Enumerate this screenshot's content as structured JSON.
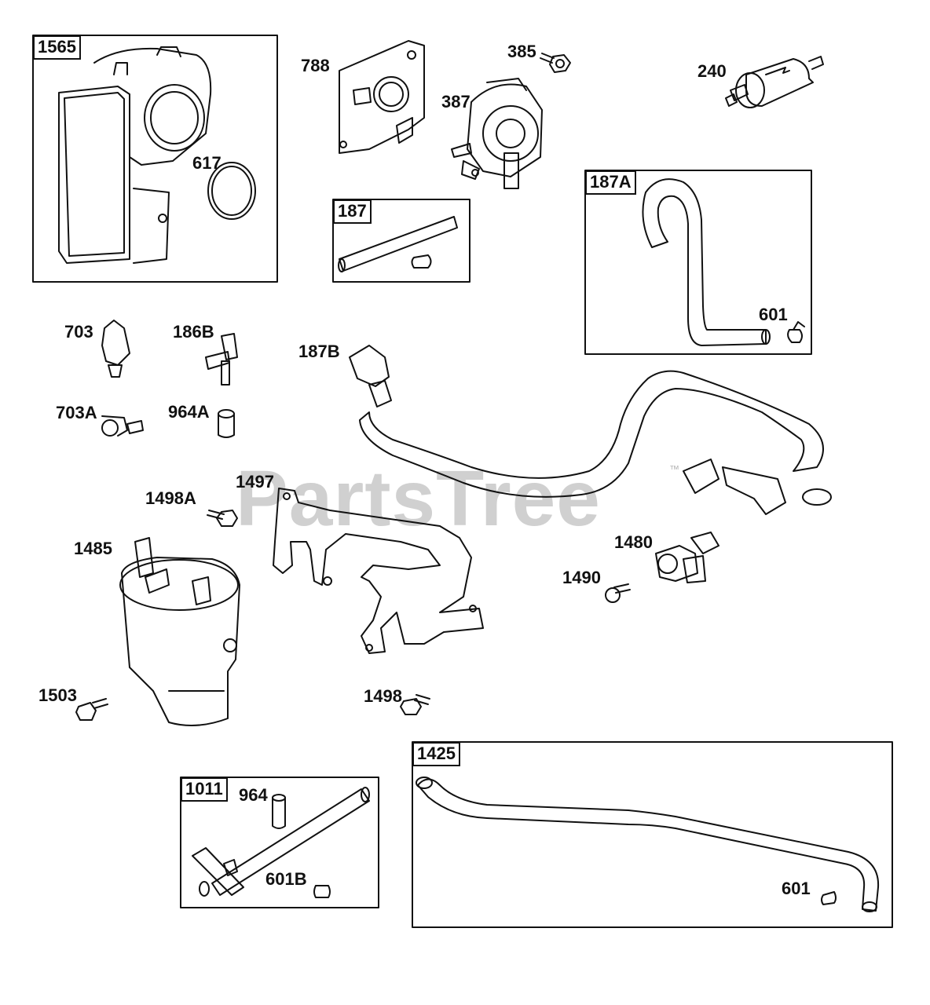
{
  "watermark": {
    "text": "PartsTree",
    "trademark": "™"
  },
  "group_boxes": [
    {
      "id": "1565",
      "label": "1565"
    },
    {
      "id": "187",
      "label": "187"
    },
    {
      "id": "187A",
      "label": "187A"
    },
    {
      "id": "1011",
      "label": "1011"
    },
    {
      "id": "1425",
      "label": "1425"
    }
  ],
  "callouts": {
    "c617": "617",
    "c788": "788",
    "c385": "385",
    "c387": "387",
    "c240": "240",
    "c601_187a": "601",
    "c703": "703",
    "c186b": "186B",
    "c187b": "187B",
    "c703a": "703A",
    "c964a": "964A",
    "c1497": "1497",
    "c1498a": "1498A",
    "c1485": "1485",
    "c1480": "1480",
    "c1490": "1490",
    "c1503": "1503",
    "c1498": "1498",
    "c964": "964",
    "c601b": "601B",
    "c601_1425": "601"
  }
}
